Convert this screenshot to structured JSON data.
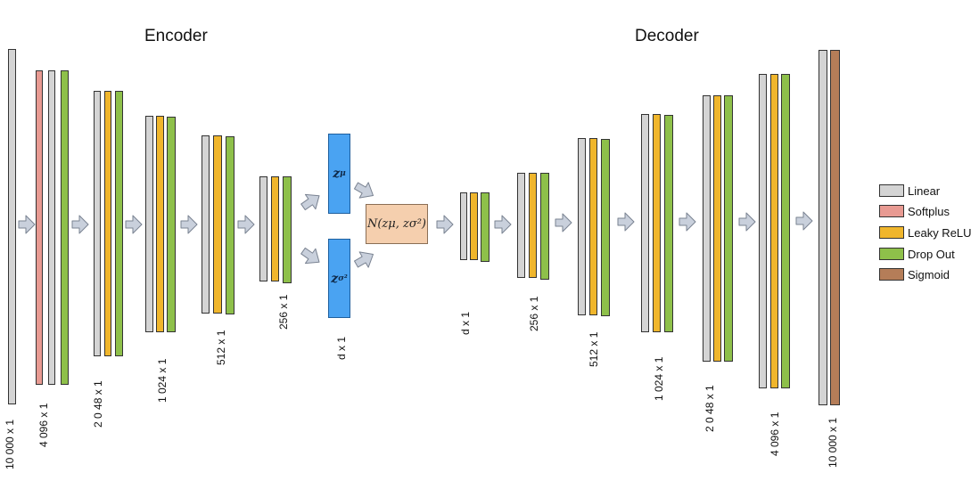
{
  "titles": {
    "encoder": "Encoder",
    "decoder": "Decoder"
  },
  "colors": {
    "linear": "#d4d4d4",
    "softplus": "#e89a92",
    "leaky_relu": "#f0b62c",
    "dropout": "#8ec04a",
    "sigmoid": "#b57d58",
    "latent": "#4aa3f2",
    "sampler": "#f5cfae",
    "arrow": "#c9d0dc"
  },
  "dims": {
    "enc_in": "10 000 x 1",
    "enc_4096": "4 096 x 1",
    "enc_2048": "2 0 48 x 1",
    "enc_1024": "1 024 x 1",
    "enc_512": "512 x 1",
    "enc_256": "256 x 1",
    "latent": "d x 1",
    "dec_d": "d x 1",
    "dec_256": "256 x 1",
    "dec_512": "512 x 1",
    "dec_1024": "1 024 x 1",
    "dec_2048": "2 0 48 x 1",
    "dec_4096": "4 096 x 1",
    "dec_out": "10 000 x 1"
  },
  "latent": {
    "mu_label": "z",
    "mu_sub": "μ",
    "sigma_label": "z",
    "sigma_sub": "σ²"
  },
  "sampler": {
    "text": "N(zμ, zσ²)"
  },
  "legend": [
    {
      "key": "linear",
      "label": "Linear"
    },
    {
      "key": "softplus",
      "label": "Softplus"
    },
    {
      "key": "leaky_relu",
      "label": "Leaky ReLU"
    },
    {
      "key": "dropout",
      "label": "Drop Out"
    },
    {
      "key": "sigmoid",
      "label": "Sigmoid"
    }
  ]
}
